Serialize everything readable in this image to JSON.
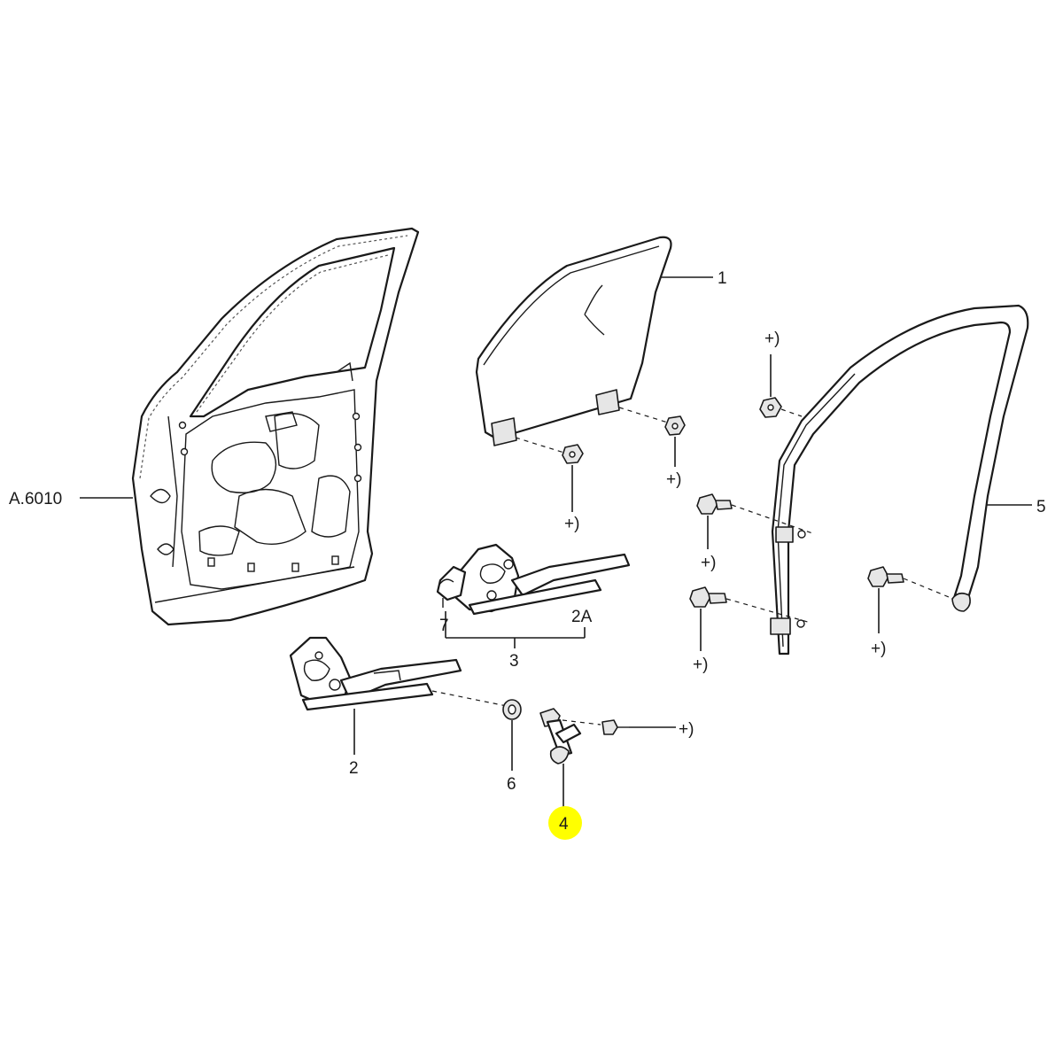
{
  "diagram": {
    "labels": {
      "door_shell": "A.6010",
      "glass": "1",
      "regulator_manual": "2",
      "regulator_power_kit": "3",
      "regulator_arm": "2A",
      "crank_handle": "4",
      "run_channel": "5",
      "bushing": "6",
      "motor": "7"
    },
    "fastener_marker": "+)",
    "highlight_color": "#ffff00",
    "highlighted_part": "crank_handle"
  }
}
